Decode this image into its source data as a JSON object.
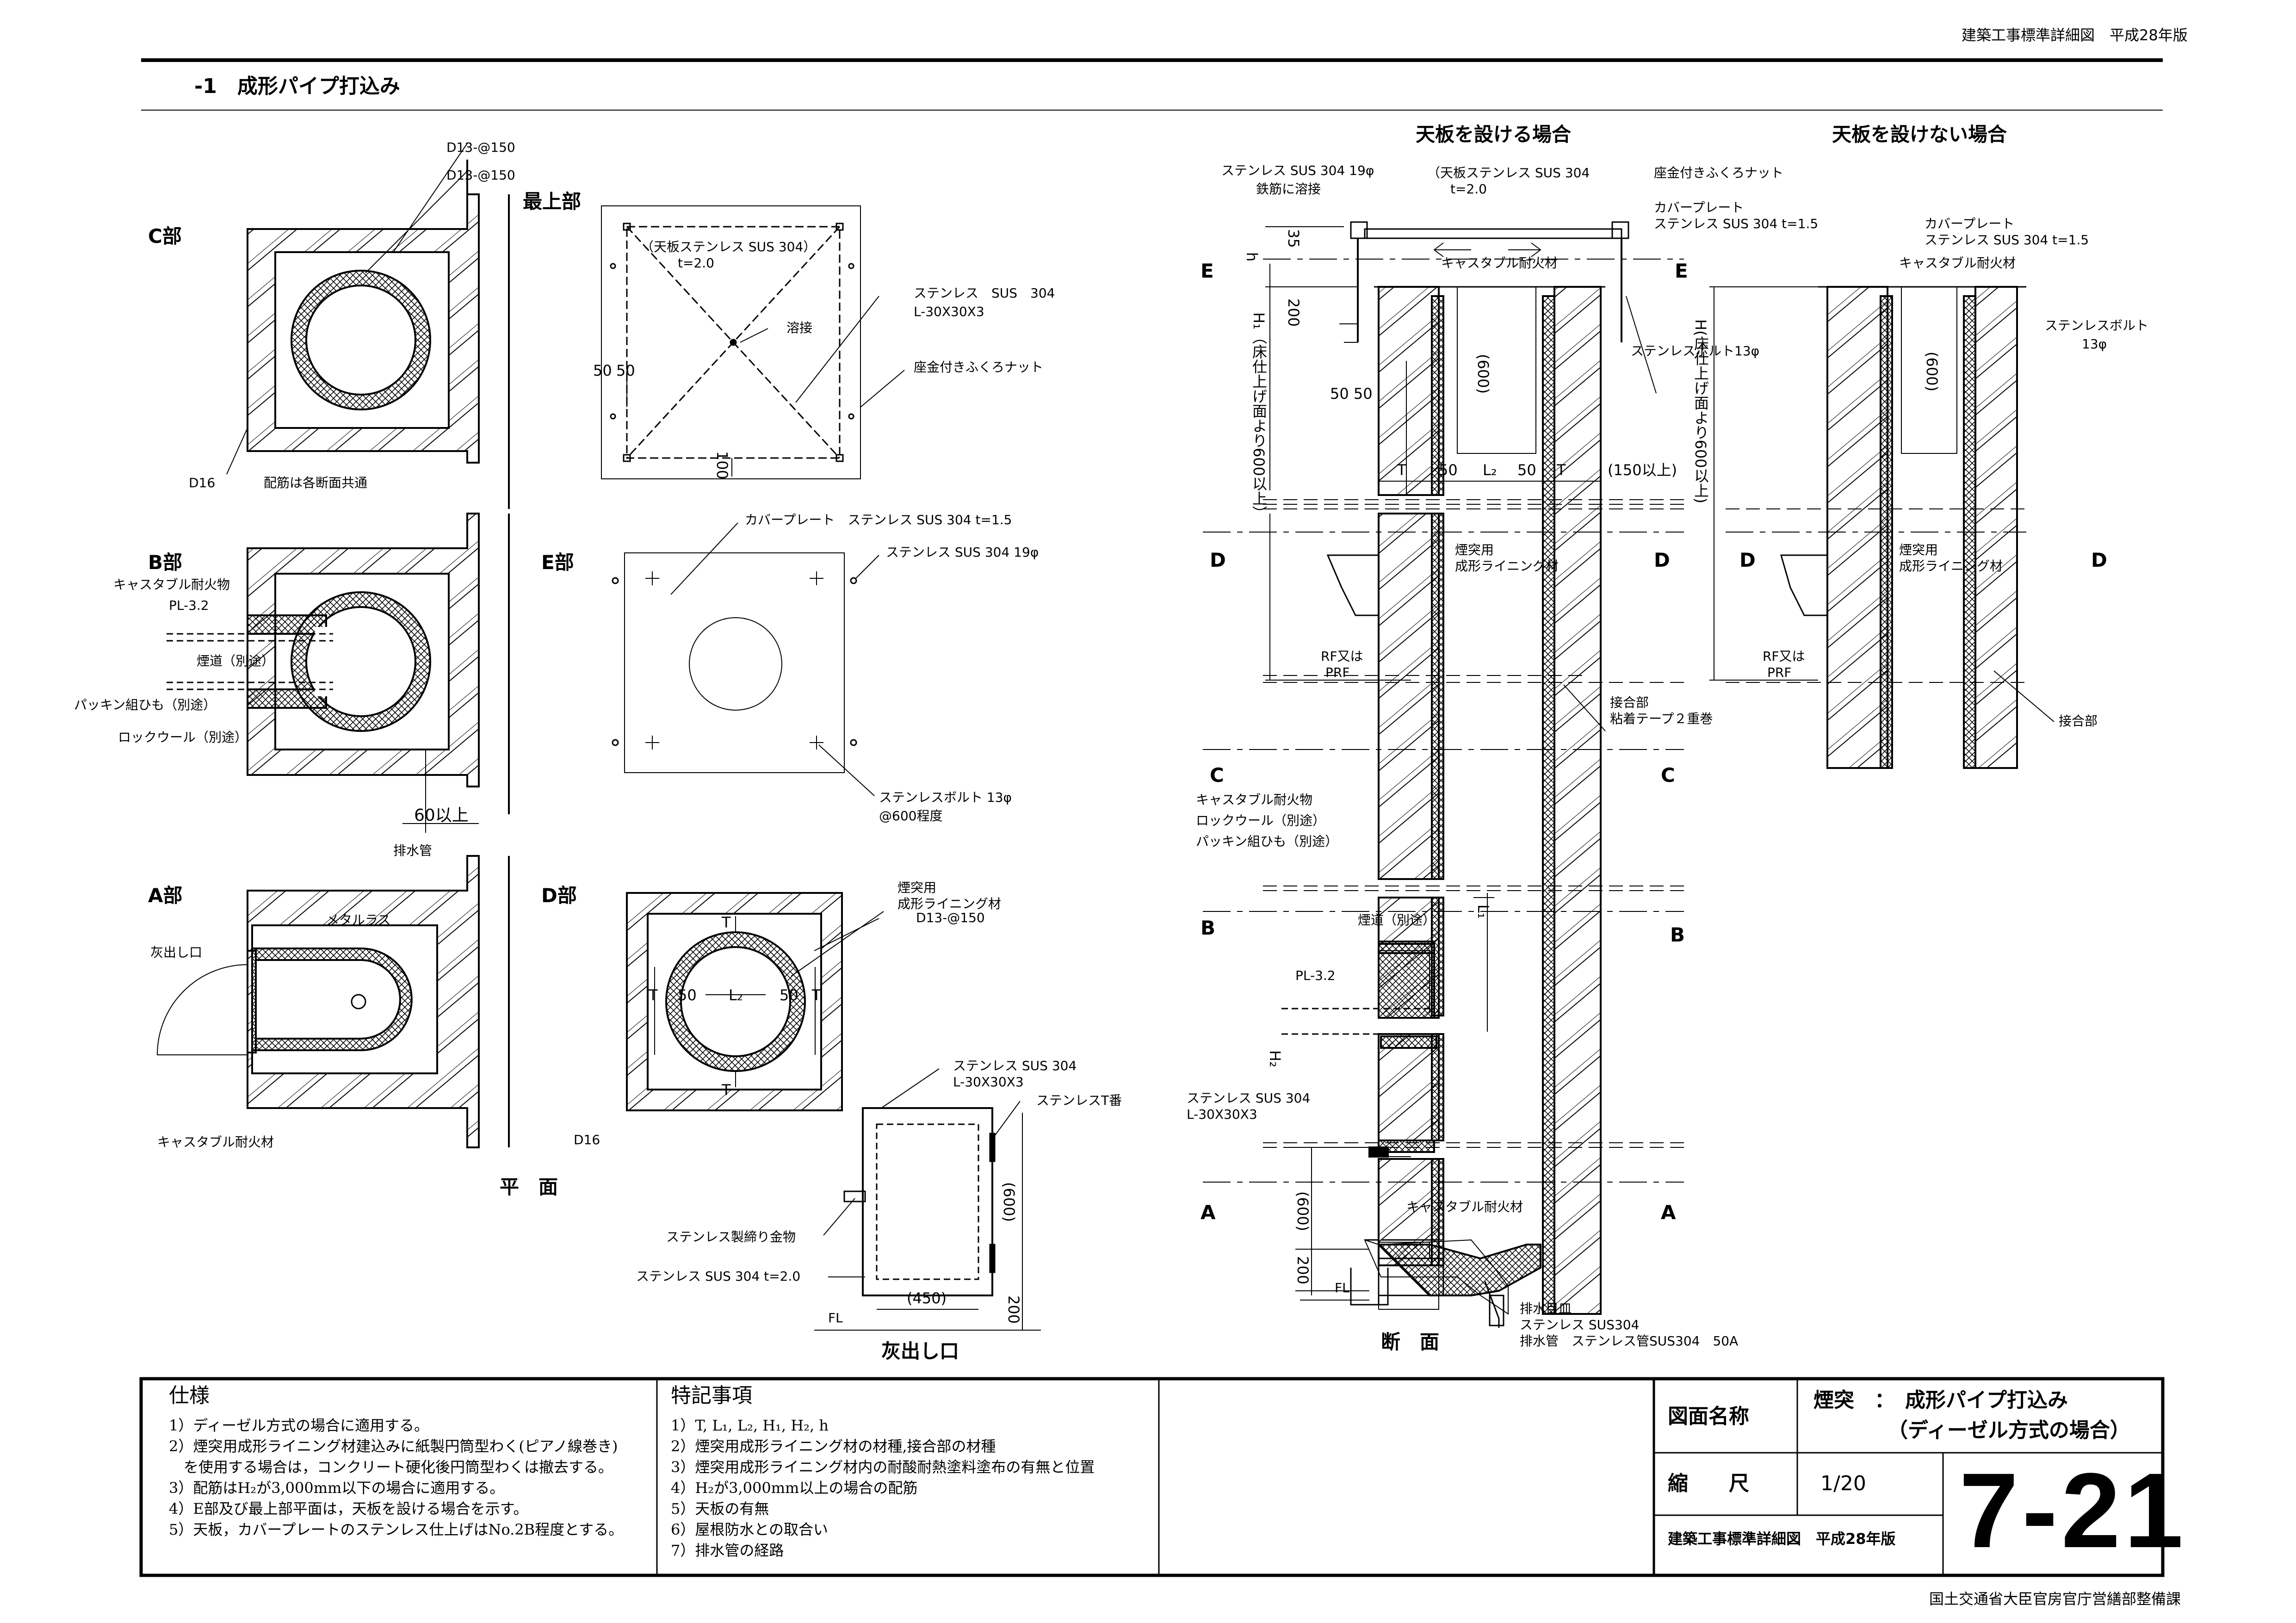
{
  "header": {
    "right": "建築工事標準詳細図　平成28年版",
    "section": "-1　成形パイプ打込み"
  },
  "footer": {
    "org": "国土交通省大臣官房官庁営繕部整備課"
  },
  "views": {
    "plan_title": "平　面",
    "section_title": "断　面",
    "cleanout_title": "灰出し口",
    "with_top": "天板を設ける場合",
    "without_top": "天板を設けない場合",
    "part_c": "C部",
    "part_b": "B部",
    "part_a": "A部",
    "part_top": "最上部",
    "part_e": "E部",
    "part_d": "D部"
  },
  "plan_notes": {
    "d13_1": "D13-@150",
    "d13_2": "D13-@150",
    "d16": "D16",
    "rebar_common": "配筋は各断面共通",
    "castable_b": "キャスタブル耐火物",
    "pl32_b": "PL-3.2",
    "flue_b": "煙道（別途）",
    "packing_b": "パッキン組ひも（別途）",
    "rockwool_b": "ロックウール（別途）",
    "dim60": "60以上",
    "drain": "排水管",
    "metal_lath": "メタルラス",
    "ash_opening": "灰出し口",
    "castable_a": "キャスタブル耐火材"
  },
  "top_notes": {
    "top_plate": "（天板ステンレス SUS 304）",
    "t20": "t=2.0",
    "angle": "ステンレス　SUS　304",
    "angle2": "L-30X30X3",
    "weld": "溶接",
    "nut": "座金付きふくろナット",
    "d50a": "50",
    "d50b": "50",
    "d100": "100"
  },
  "e_notes": {
    "cover": "カバープレート　ステンレス SUS 304 t=1.5",
    "rod": "ステンレス SUS 304 19φ",
    "bolt": "ステンレスボルト 13φ",
    "bolt2": "@600程度"
  },
  "d_notes": {
    "lining": "煙突用",
    "lining2": "成形ライニング材",
    "d13": "D13-@150",
    "d16": "D16",
    "T1": "T",
    "T2": "T",
    "T3": "T",
    "T4": "T",
    "f50a": "50",
    "f50b": "50",
    "L2": "L₂"
  },
  "cleanout_notes": {
    "angle": "ステンレス SUS 304",
    "angle2": "L-30X30X3",
    "tee": "ステンレスT番",
    "fastener": "ステンレス製締り金物",
    "plate": "ステンレス SUS 304 t=2.0",
    "d600": "(600)",
    "d450": "(450)",
    "d200": "200",
    "fl": "FL"
  },
  "sec_notes": {
    "rod": "ステンレス SUS 304 19φ",
    "rod2": "鉄筋に溶接",
    "top": "（天板ステンレス SUS 304",
    "t20": "t=2.0",
    "nut": "座金付きふくろナット",
    "cover": "カバープレート",
    "cover2": "ステンレス SUS 304 t=1.5",
    "castable": "キャスタブル耐火材",
    "bolt": "ステンレスボルト13φ",
    "d35": "35",
    "dh": "h",
    "d200": "200",
    "d5050": "50 50",
    "d600": "(600)",
    "T1": "T",
    "T2": "T",
    "d50a": "50",
    "d50b": "50",
    "L2": "L₂",
    "d150": "(150以上)",
    "h1": "H₁（床仕上げ面より600以上）",
    "lining": "煙突用",
    "lining2": "成形ライニング材",
    "rf": "RF又は",
    "prf": "PRF",
    "joint": "接合部",
    "joint2": "粘着テープ２重巻",
    "castable2": "キャスタブル耐火物",
    "rockwool": "ロックウール（別途）",
    "packing": "パッキン組ひも（別途）",
    "flue": "煙道（別途）",
    "pl32": "PL-3.2",
    "L1": "L₁",
    "H2": "H₂",
    "angle": "ステンレス SUS 304",
    "angle2": "L-30X30X3",
    "castable3": "キャスタブル耐火材",
    "d600b": "(600)",
    "d200b": "200",
    "fl": "FL",
    "drain1": "排水目皿",
    "drain2": "ステンレス SUS304",
    "drain3": "排水管　ステンレス管SUS304　50A"
  },
  "sec2_notes": {
    "cover": "カバープレート",
    "cover2": "ステンレス SUS 304 t=1.5",
    "castable": "キャスタブル耐火材",
    "bolt": "ステンレスボルト",
    "bolt2": "13φ",
    "d600": "(600)",
    "h": "H(床仕上げ面より600以上)",
    "lining": "煙突用",
    "lining2": "成形ライニング材",
    "rf": "RF又は",
    "prf": "PRF",
    "joint": "接合部"
  },
  "cut_marks": {
    "E": "E",
    "D": "D",
    "C": "C",
    "B": "B",
    "A": "A"
  },
  "spec": {
    "title": "仕様",
    "items": [
      "1）ディーゼル方式の場合に適用する。",
      "2）煙突用成形ライニング材建込みに紙製円筒型わく(ピアノ線巻き)",
      "　を使用する場合は，コンクリート硬化後円筒型わくは撤去する。",
      "3）配筋はH₂が3,000mm以下の場合に適用する。",
      "4）E部及び最上部平面は，天板を設ける場合を示す。",
      "5）天板，カバープレートのステンレス仕上げはNo.2B程度とする。"
    ]
  },
  "special": {
    "title": "特記事項",
    "items": [
      "1）T, L₁, L₂, H₁, H₂, h",
      "2）煙突用成形ライニング材の材種,接合部の材種",
      "3）煙突用成形ライニング材内の耐酸耐熱塗料塗布の有無と位置",
      "4）H₂が3,000mm以上の場合の配筋",
      "5）天板の有無",
      "6）屋根防水との取合い",
      "7）排水管の経路"
    ]
  },
  "title_block": {
    "name_label": "図面名称",
    "name1": "煙突　：　成形パイプ打込み",
    "name2": "（ディーゼル方式の場合）",
    "scale_label": "縮　　尺",
    "scale": "1/20",
    "std": "建築工事標準詳細図　平成28年版",
    "number": "7-21"
  }
}
